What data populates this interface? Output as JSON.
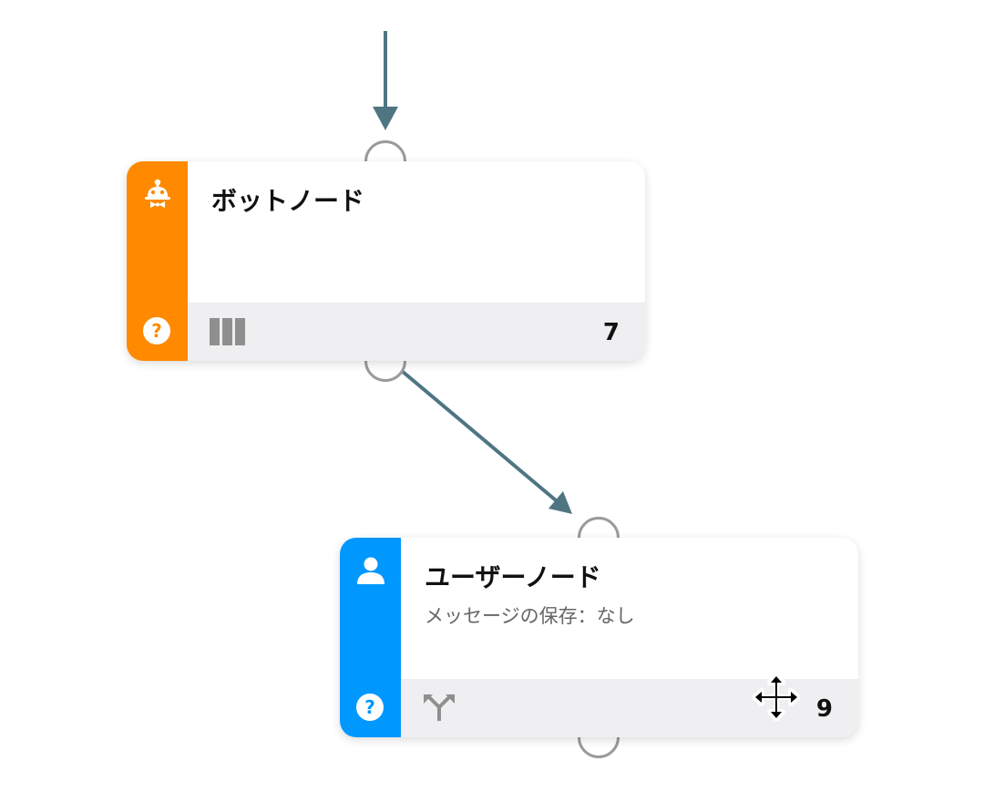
{
  "nodes": {
    "bot": {
      "title": "ボットノード",
      "count": "7",
      "help": "?",
      "color": "#ff8a00",
      "type_icon": "robot-icon",
      "footer_icon": "columns-icon"
    },
    "user": {
      "title": "ユーザーノード",
      "subtitle": "メッセージの保存：なし",
      "count": "9",
      "help": "?",
      "color": "#0097ff",
      "type_icon": "user-icon",
      "footer_icon": "branch-icon"
    }
  },
  "edges": {
    "color": "#4f7582",
    "port_color": "#9a9a9a"
  },
  "cursor": "move-cursor-icon"
}
